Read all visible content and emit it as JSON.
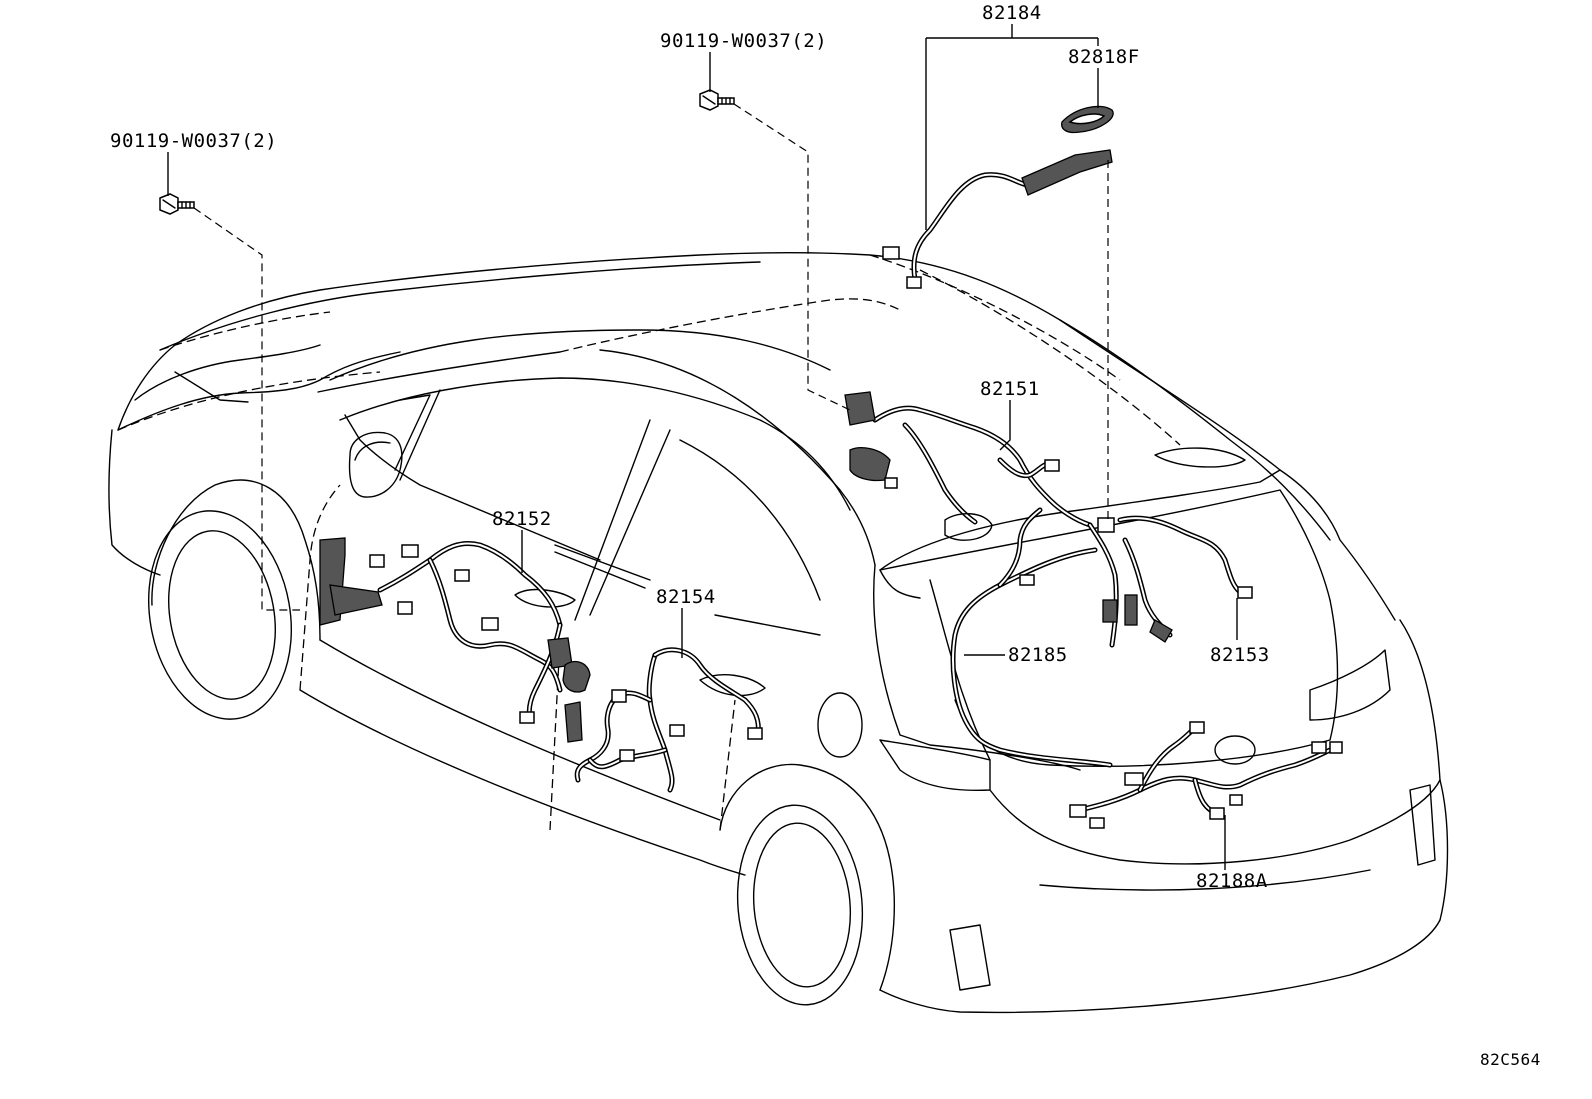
{
  "diagram": {
    "part_labels": {
      "bolt_left": "90119-W0037(2)",
      "bolt_top": "90119-W0037(2)",
      "p82184": "82184",
      "p82818F": "82818F",
      "p82151": "82151",
      "p82152": "82152",
      "p82154": "82154",
      "p82185": "82185",
      "p82153": "82153",
      "p82188A": "82188A"
    },
    "figure_code": "82C564"
  }
}
